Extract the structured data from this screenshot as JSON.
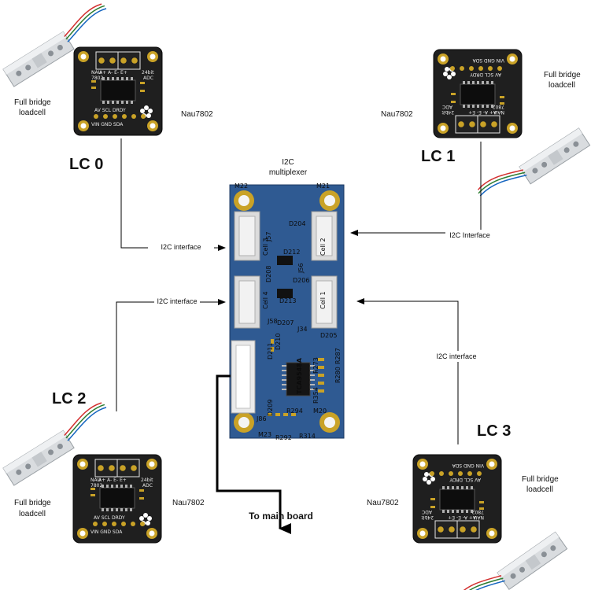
{
  "multiplexer": {
    "title_line1": "I2C",
    "title_line2": "multiplexer",
    "chip": "TCA9548A",
    "cell_labels": [
      "Cell 3",
      "Cell 2",
      "Cell 4",
      "Cell 1"
    ],
    "refs": [
      "J57",
      "D204",
      "D212",
      "J56",
      "D208",
      "D206",
      "D213",
      "J58",
      "D207",
      "J34",
      "D210",
      "D211",
      "D205",
      "R273",
      "R287",
      "R280",
      "R354",
      "J86",
      "D209",
      "R294",
      "M20",
      "M23",
      "R292",
      "R314",
      "M22",
      "M21"
    ]
  },
  "board": {
    "name_top": "NAU",
    "name_bottom": "7802",
    "adc_line1": "24bit",
    "adc_line2": "ADC",
    "top_pins": "A+ A- E- E+",
    "bottom_pins": "AV  SCL  DRDY",
    "bottom_pins2": "VIN  GND  SDA"
  },
  "units": [
    {
      "id": "lc0",
      "title": "LC 0",
      "chip": "Nau7802",
      "sensor_line1": "Full bridge",
      "sensor_line2": "loadcell",
      "link": "I2C interface"
    },
    {
      "id": "lc1",
      "title": "LC 1",
      "chip": "Nau7802",
      "sensor_line1": "Full bridge",
      "sensor_line2": "loadcell",
      "link": "I2C Interface"
    },
    {
      "id": "lc2",
      "title": "LC 2",
      "chip": "Nau7802",
      "sensor_line1": "Full bridge",
      "sensor_line2": "loadcell",
      "link": "I2C interface"
    },
    {
      "id": "lc3",
      "title": "LC 3",
      "chip": "Nau7802",
      "sensor_line1": "Full bridge",
      "sensor_line2": "loadcell",
      "link": "I2C interface"
    }
  ],
  "output": {
    "label": "To main board"
  },
  "colors": {
    "pcb_board": "#1f1f1f",
    "pcb_gold": "#c9a227",
    "mux_board": "#2f5a92",
    "loadcell_metal": "#d9dcdf",
    "wire_red": "#d32f2f",
    "wire_green": "#2e7d32",
    "wire_blue": "#1565c0",
    "wire_white": "#eeeeee"
  }
}
